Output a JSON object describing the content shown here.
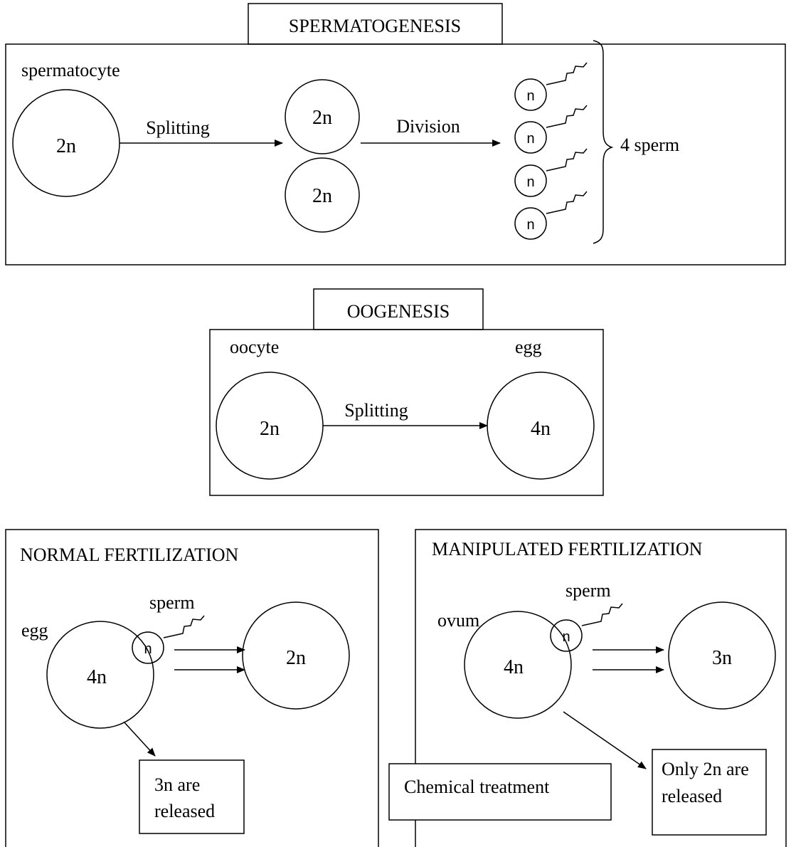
{
  "spermatogenesis": {
    "title": "SPERMATOGENESIS",
    "cell_label": "spermatocyte",
    "parent_ploidy": "2n",
    "step1_label": "Splitting",
    "daughter_ploidy": [
      "2n",
      "2n"
    ],
    "step2_label": "Division",
    "sperm_ploidy": [
      "n",
      "n",
      "n",
      "n"
    ],
    "result_label": "4 sperm"
  },
  "oogenesis": {
    "title": "OOGENESIS",
    "cell_label": "oocyte",
    "parent_ploidy": "2n",
    "step_label": "Splitting",
    "product_label": "egg",
    "product_ploidy": "4n"
  },
  "normal_fertilization": {
    "title": "NORMAL FERTILIZATION",
    "egg_label": "egg",
    "egg_ploidy": "4n",
    "sperm_label": "sperm",
    "sperm_ploidy": "n",
    "result_ploidy": "2n",
    "released_line1": "3n are",
    "released_line2": "released"
  },
  "manipulated_fertilization": {
    "title": "MANIPULATED FERTILIZATION",
    "egg_label": "ovum",
    "egg_ploidy": "4n",
    "sperm_label": "sperm",
    "sperm_ploidy": "n",
    "result_ploidy": "3n",
    "treatment_label": "Chemical treatment",
    "released_line1": "Only 2n are",
    "released_line2": "released"
  }
}
